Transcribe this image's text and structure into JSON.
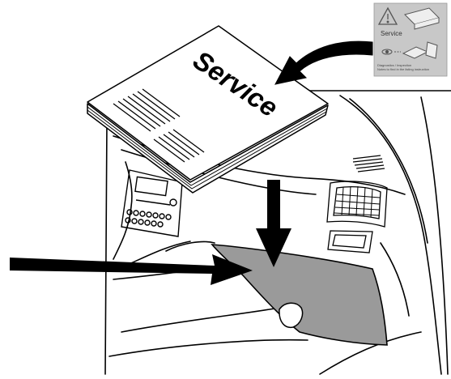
{
  "manual": {
    "title": "Service"
  },
  "sticker": {
    "label": "Service",
    "footer_line_1": "Diagnostics / Inspection",
    "footer_line_2": "Notes to find in the listing instruction"
  },
  "colors": {
    "line": "#000000",
    "glovebox_fill": "#9a9a9a",
    "sticker_fill": "#c8c8c8",
    "background": "#ffffff"
  },
  "icons": {
    "sticker_warning": "warning-triangle-icon",
    "sticker_eye": "eye-icon",
    "curved_arrow": "curved-arrow-icon",
    "down_arrow": "down-arrow-icon",
    "left_arrow": "right-pointing-arrow-icon"
  }
}
